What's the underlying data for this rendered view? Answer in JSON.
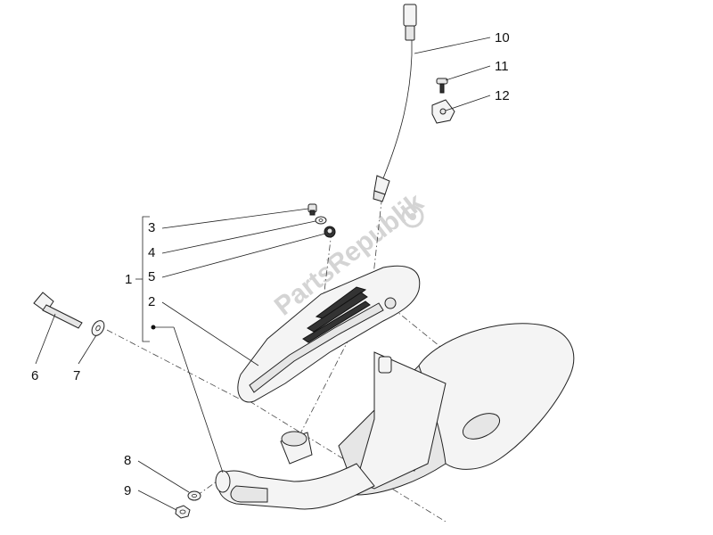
{
  "watermark": "PartsRepublik",
  "callouts": [
    {
      "id": "c1",
      "text": "1"
    },
    {
      "id": "c2",
      "text": "2"
    },
    {
      "id": "c3",
      "text": "3"
    },
    {
      "id": "c4",
      "text": "4"
    },
    {
      "id": "c5",
      "text": "5"
    },
    {
      "id": "c6",
      "text": "6"
    },
    {
      "id": "c7",
      "text": "7"
    },
    {
      "id": "c8",
      "text": "8"
    },
    {
      "id": "c9",
      "text": "9"
    },
    {
      "id": "c10",
      "text": "10"
    },
    {
      "id": "c11",
      "text": "11"
    },
    {
      "id": "c12",
      "text": "12"
    }
  ],
  "colors": {
    "line": "#222222",
    "part_fill": "#f4f4f4",
    "watermark": "#d4d4d4"
  }
}
